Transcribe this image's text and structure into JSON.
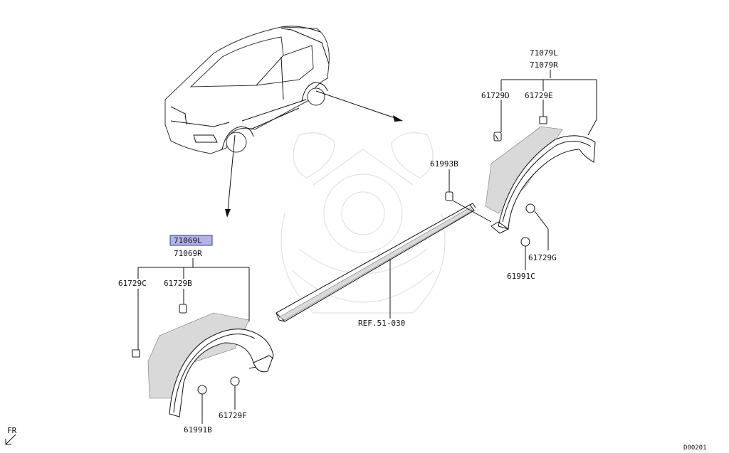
{
  "labels": {
    "front_part_left": "71069L",
    "front_part_right": "71069R",
    "front_clip_c": "61729C",
    "front_clip_b": "61729B",
    "front_screw_b": "61991B",
    "front_clip_f": "61729F",
    "rear_part_left": "71079L",
    "rear_part_right": "71079R",
    "rear_clip_d": "61729D",
    "rear_clip_e": "61729E",
    "rear_nut_b": "61993B",
    "rear_clip_g": "61729G",
    "rear_screw_c": "61991C",
    "sill_ref": "REF.51-030",
    "fr_marker": "FR",
    "diagram_code": "D00201"
  },
  "highlight_color": "#b3b3e6"
}
